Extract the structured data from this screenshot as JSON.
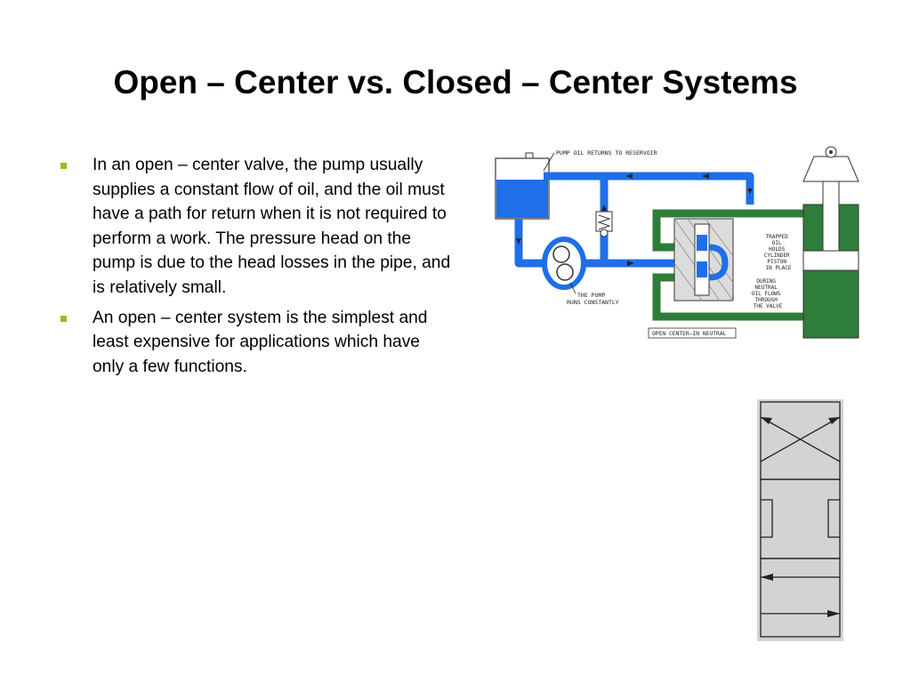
{
  "title": "Open – Center vs. Closed – Center Systems",
  "bullets": [
    {
      "text": "In an open – center valve, the pump usually supplies a constant flow of oil, and the oil must have a path for return when it is not required to perform a work.  The pressure head on the pump is due to the head losses in the pipe, and is relatively small."
    },
    {
      "text": "An open – center system is the simplest and least expensive for applications which have only a few functions."
    }
  ],
  "diagram": {
    "label_return": "PUMP OIL RETURNS TO RESERVOIR",
    "label_pump": [
      "THE PUMP",
      "RUNS CONSTANTLY"
    ],
    "label_trapped": [
      "TRAPPED",
      "OIL",
      "HOLDS",
      "CYLINDER",
      "PISTON",
      "IN PLACE"
    ],
    "label_neutral": [
      "DURING",
      "NEUTRAL",
      "OIL FLOWS",
      "THROUGH",
      "THE VALVE"
    ],
    "caption": "OPEN CENTER—IN NEUTRAL",
    "colors": {
      "pressure_oil": "#1e6fe8",
      "trapped_oil": "#2e7d3a",
      "bullet": "#8dc21f",
      "valve_symbol_fill": "#d3d3d3"
    }
  }
}
